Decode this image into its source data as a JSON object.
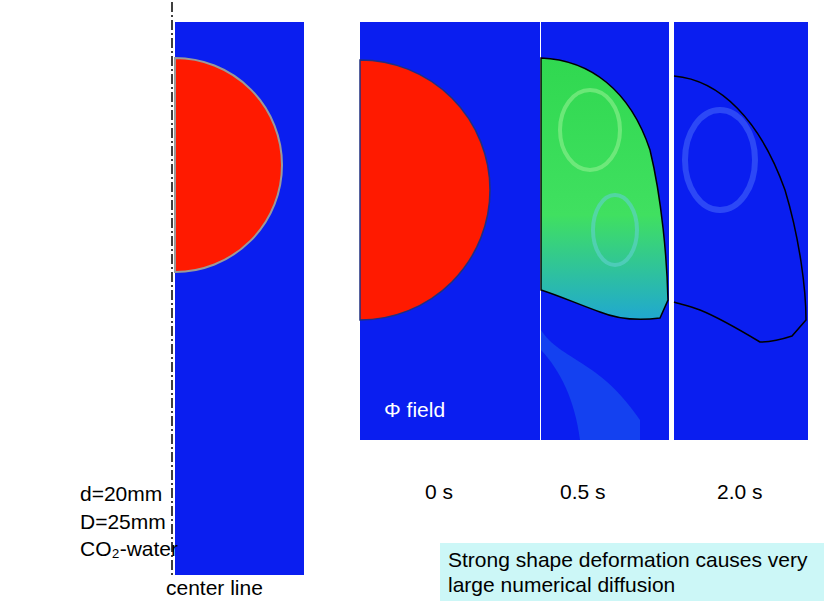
{
  "diagram": {
    "nodes": [
      {
        "text": [
          "Strong shape deformation causes very large numerical diffusion"
        ]
      }
    ],
    "labels": [
      "d=20mm",
      "D=25mm",
      "CO₂-water",
      "center line",
      "Φ field",
      "0 s",
      "0.5 s",
      "2.0 s"
    ]
  }
}
